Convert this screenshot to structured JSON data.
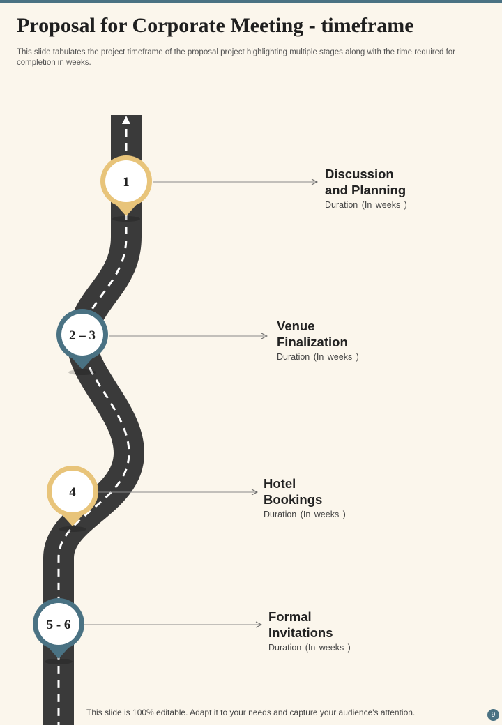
{
  "slide": {
    "title": "Proposal for Corporate Meeting - timeframe",
    "subtitle": "This slide tabulates the project timeframe of the proposal project highlighting multiple stages along with the time required for completion in weeks.",
    "footer_note": "This slide is 100% editable. Adapt it to your needs and capture your audience's attention.",
    "page_number": "9"
  },
  "colors": {
    "background": "#fbf6ec",
    "road": "#3a3a3a",
    "gold_marker": "#e8c47a",
    "blue_marker": "#4a7283",
    "accent_bar": "#4a7283"
  },
  "stages": [
    {
      "number": "1",
      "title": "Discussion\nand Planning",
      "duration": "Duration (In weeks )",
      "marker_color": "gold"
    },
    {
      "number": "2 – 3",
      "title": "Venue\nFinalization",
      "duration": "Duration (In weeks )",
      "marker_color": "blue"
    },
    {
      "number": "4",
      "title": "Hotel\nBookings",
      "duration": "Duration (In weeks )",
      "marker_color": "gold"
    },
    {
      "number": "5 - 6",
      "title": "Formal\nInvitations",
      "duration": "Duration (In weeks )",
      "marker_color": "blue"
    }
  ]
}
